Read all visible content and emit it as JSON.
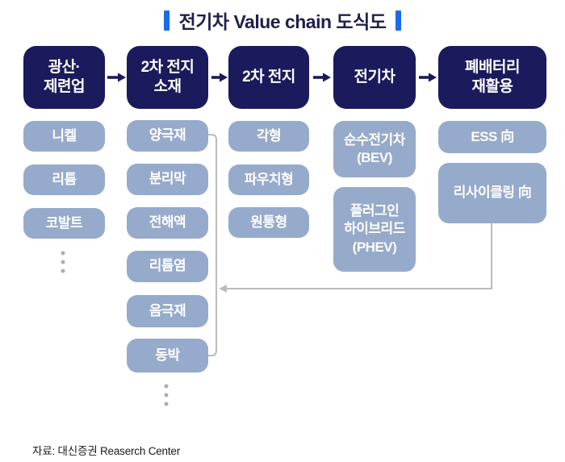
{
  "title": {
    "text": "전기차 Value chain 도식도"
  },
  "colors": {
    "navy": "#1b1a5c",
    "item_blue": "#96aacb",
    "accent_blue": "#1a6bec",
    "connector_gray": "#bcbcbc",
    "dot_gray": "#aaadb2",
    "title_text": "#20204a",
    "source_text": "#1a1a1a"
  },
  "columns": [
    {
      "id": "mining",
      "header": "광산·\n제련업",
      "items": [
        {
          "label": "니켈"
        },
        {
          "label": "리튬"
        },
        {
          "label": "코발트"
        }
      ],
      "ellipsis": true
    },
    {
      "id": "battery-materials",
      "header": "2차 전지\n소재",
      "items": [
        {
          "label": "양극재"
        },
        {
          "label": "분리막"
        },
        {
          "label": "전해액"
        },
        {
          "label": "리튬염"
        },
        {
          "label": "음극재"
        },
        {
          "label": "동박"
        }
      ],
      "ellipsis": true
    },
    {
      "id": "battery",
      "header": "2차 전지",
      "items": [
        {
          "label": "각형"
        },
        {
          "label": "파우치형"
        },
        {
          "label": "원통형"
        }
      ],
      "ellipsis": false
    },
    {
      "id": "ev",
      "header": "전기차",
      "items": [
        {
          "label": "순수전기차\n(BEV)"
        },
        {
          "label": "플러그인\n하이브리드\n(PHEV)"
        }
      ],
      "ellipsis": false
    },
    {
      "id": "recycling",
      "header": "폐배터리\n재활용",
      "items": [
        {
          "label": "ESS 向"
        },
        {
          "label": "리사이클링 向"
        }
      ],
      "ellipsis": false
    }
  ],
  "source": "자료: 대신증권 Reaserch Center"
}
